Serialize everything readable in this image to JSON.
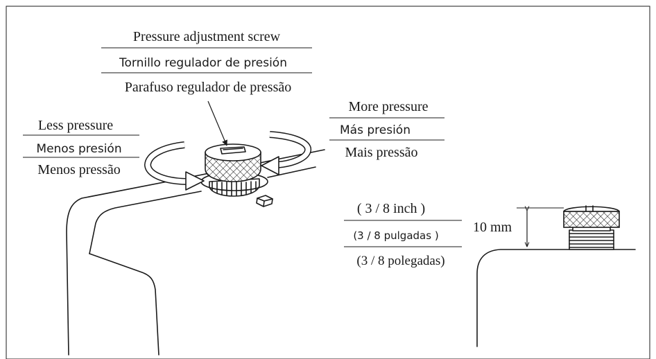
{
  "labels": {
    "screw": {
      "en": "Pressure adjustment screw",
      "es": "Tornillo regulador de presión",
      "pt": "Parafuso regulador de pressão"
    },
    "less": {
      "en": "Less pressure",
      "es": "Menos presión",
      "pt": "Menos pressão"
    },
    "more": {
      "en": "More pressure",
      "es": "Más presión",
      "pt": "Mais pressão"
    },
    "measure": {
      "en": "( 3 / 8 inch )",
      "es": "(3 / 8 pulgadas )",
      "pt": "(3 / 8 polegadas)",
      "value": "10 mm"
    }
  },
  "colors": {
    "line": "#1a1a1a",
    "background": "#ffffff"
  }
}
